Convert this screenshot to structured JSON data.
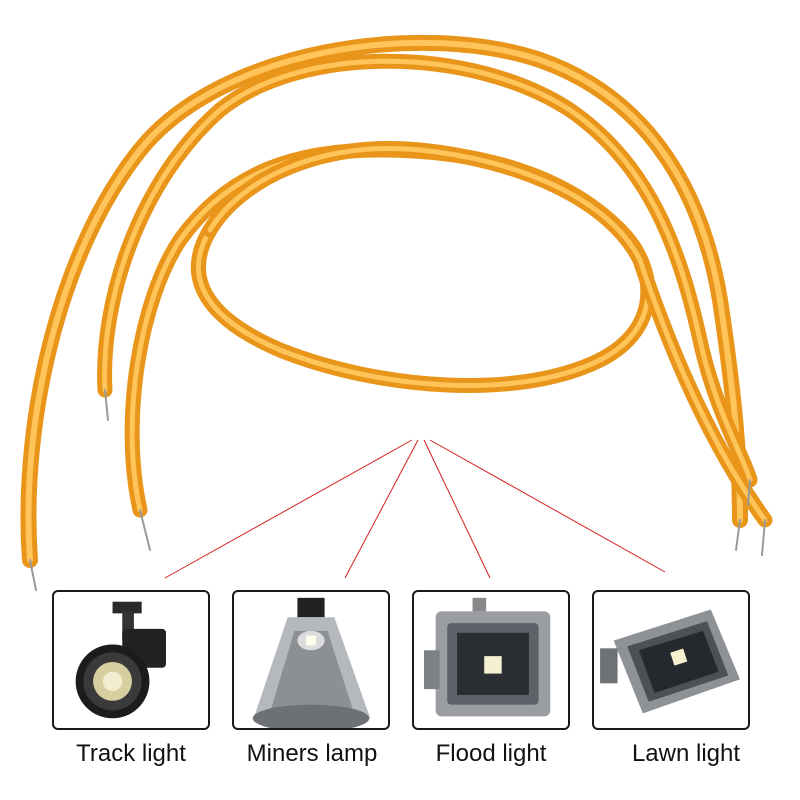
{
  "products": [
    {
      "label": "Track light",
      "icon": "track-light-icon"
    },
    {
      "label": "Miners lamp",
      "icon": "miners-lamp-icon"
    },
    {
      "label": "Flood light",
      "icon": "flood-light-icon"
    },
    {
      "label": "Lawn light",
      "icon": "lawn-light-icon"
    }
  ],
  "colors": {
    "filament": "#f5a623",
    "filament_highlight": "#ffd27a",
    "pointer_lines": "#d42020",
    "card_border": "#1a1a1a"
  }
}
